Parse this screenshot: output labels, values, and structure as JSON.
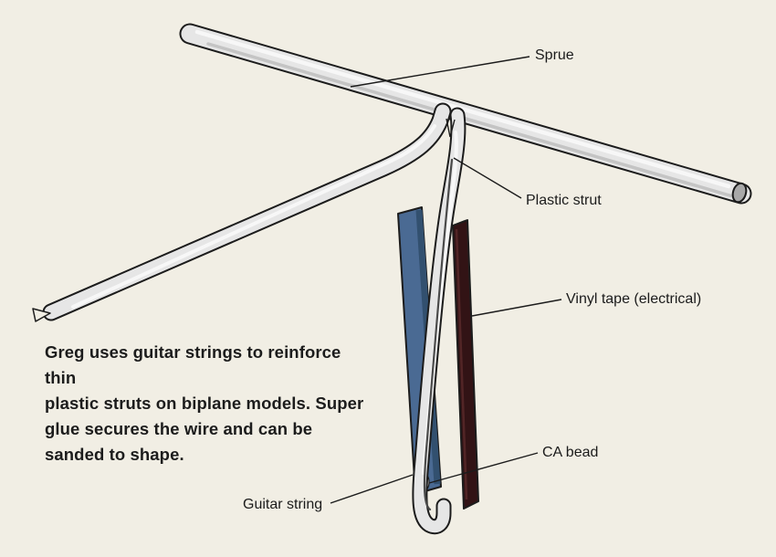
{
  "diagram": {
    "type": "illustration",
    "subject": "Reinforcing plastic struts with guitar strings on biplane models",
    "labels": {
      "sprue": "Sprue",
      "plastic_strut": "Plastic strut",
      "vinyl_tape": "Vinyl tape (electrical)",
      "ca_bead": "CA bead",
      "guitar_string": "Guitar string"
    },
    "caption": {
      "lines": [
        "Greg uses guitar strings to reinforce thin",
        "plastic struts on biplane models. Super",
        "glue secures the wire and can be",
        "sanded to shape."
      ]
    },
    "colors": {
      "background": "#f1eee4",
      "outline": "#1c1c1c",
      "tube_fill": "#e6e6e6",
      "tube_highlight": "#f8f8f8",
      "tube_shadow": "#bcbcbc",
      "tube_end_cap": "#a8a8a8",
      "vinyl_tape_blue": "#4a6a93",
      "vinyl_tape_blue_edge": "#32506f",
      "vinyl_tape_red": "#321315",
      "guitar_string_wire": "#4a4a4a",
      "leader_line": "#1c1c1c",
      "text": "#1b1b1b"
    }
  }
}
